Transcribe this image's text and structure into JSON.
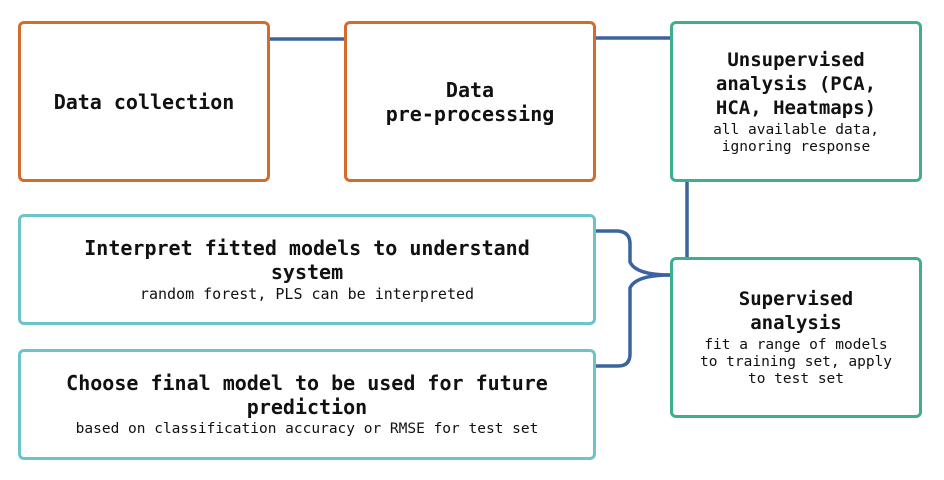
{
  "colors": {
    "orange": "#d36b2a",
    "green": "#3fae8c",
    "teal": "#6cc3cc",
    "connector": "#3b63a0"
  },
  "nodes": {
    "collection": {
      "title": "Data collection"
    },
    "preproc": {
      "title": "Data\npre-processing"
    },
    "unsup": {
      "title": "Unsupervised\nanalysis (PCA,\nHCA, Heatmaps)",
      "sub": "all available data,\nignoring response"
    },
    "sup": {
      "title": "Supervised\nanalysis",
      "sub": "fit a range of models\nto training set, apply\nto test set"
    },
    "interpret": {
      "title": "Interpret fitted models to understand\nsystem",
      "sub": "random forest, PLS can be interpreted"
    },
    "choose": {
      "title": "Choose final model to be used for future\nprediction",
      "sub": "based on classification accuracy or RMSE for test set"
    }
  },
  "edges": [
    {
      "from": "collection",
      "to": "preproc"
    },
    {
      "from": "preproc",
      "to": "unsup"
    },
    {
      "from": "unsup",
      "to": "sup"
    },
    {
      "from": "sup",
      "to": "interpret"
    },
    {
      "from": "sup",
      "to": "choose"
    }
  ]
}
